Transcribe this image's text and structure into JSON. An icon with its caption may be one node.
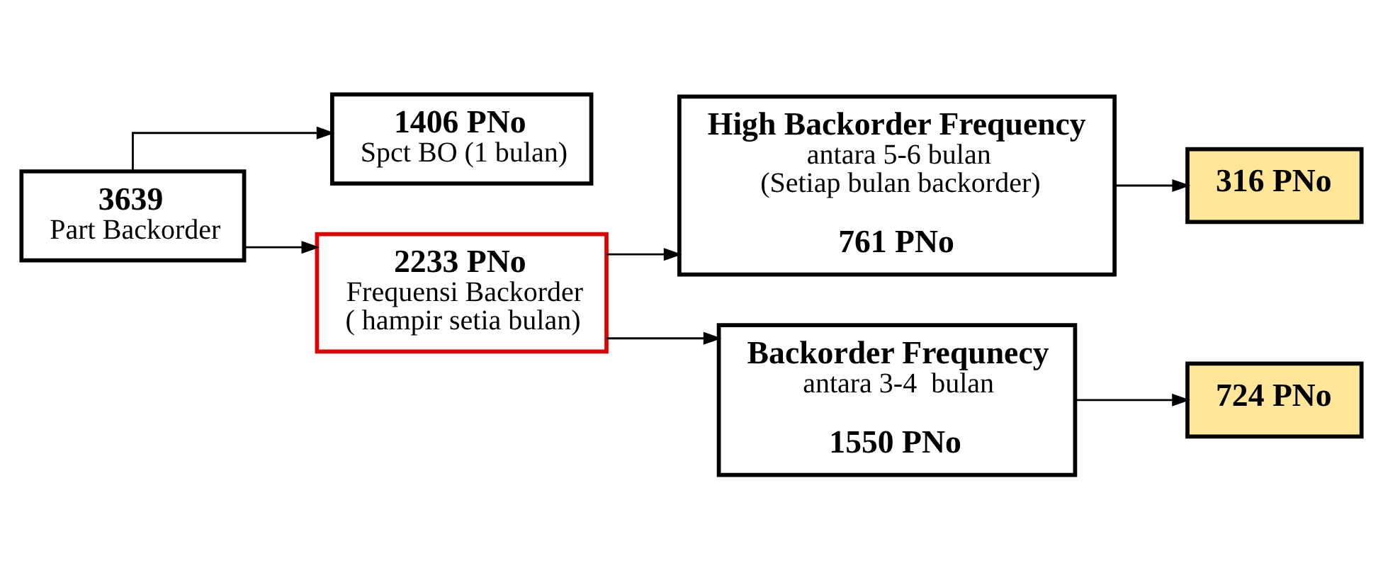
{
  "diagram": {
    "nodes": [
      {
        "text": [
          "3639",
          "Part Backorder"
        ]
      },
      {
        "text": [
          "1406 PNo",
          "Spct BO (1 bulan)"
        ]
      },
      {
        "text": [
          "2233 PNo",
          "Frequensi Backorder ( hampir setia bulan)"
        ]
      },
      {
        "text": [
          "High Backorder Frequency",
          "antara 5-6 bulan (Setiap bulan backorder)",
          "761 PNo"
        ]
      },
      {
        "text": [
          "316 PNo"
        ]
      },
      {
        "text": [
          "Backorder Frequnecy",
          "antara 3-4  bulan",
          "1550 PNo"
        ]
      },
      {
        "text": [
          "724 PNo"
        ]
      }
    ],
    "edges": [
      {
        "from": 0,
        "to": 1,
        "arrow": "to"
      },
      {
        "from": 0,
        "to": 2,
        "arrow": "to"
      },
      {
        "from": 2,
        "to": 3,
        "arrow": "to"
      },
      {
        "from": 2,
        "to": 5,
        "arrow": "to"
      },
      {
        "from": 3,
        "to": 4,
        "arrow": "to"
      },
      {
        "from": 5,
        "to": 6,
        "arrow": "to"
      }
    ]
  }
}
